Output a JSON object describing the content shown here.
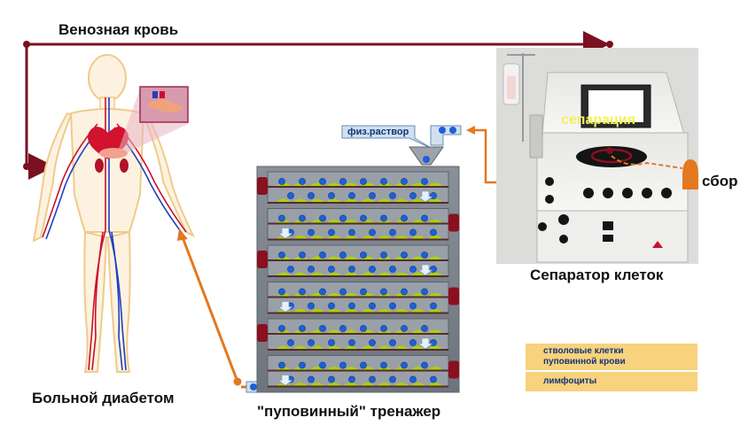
{
  "title": "Венозная кровь",
  "patient_label": "Больной диабетом",
  "trainer_label": "\"пуповинный\" тренажер",
  "separator_label": "Сепаратор клеток",
  "separation_label": "сепарация",
  "collection_label": "сбор",
  "saline_label": "физ.раствор",
  "legend": {
    "stem_cells": "стволовые клетки\nпуповинной крови",
    "lymphocytes": "лимфоциты"
  },
  "colors": {
    "venous_line": "#7a1020",
    "return_line": "#e4781e",
    "lymphocyte": "#1f5fd6",
    "stem_cell": "#a6d40c",
    "legend_bg": "#f8d27c",
    "separation_text": "#f3f25a",
    "trainer_panel": "#7e848e",
    "port": "#8a1020"
  }
}
